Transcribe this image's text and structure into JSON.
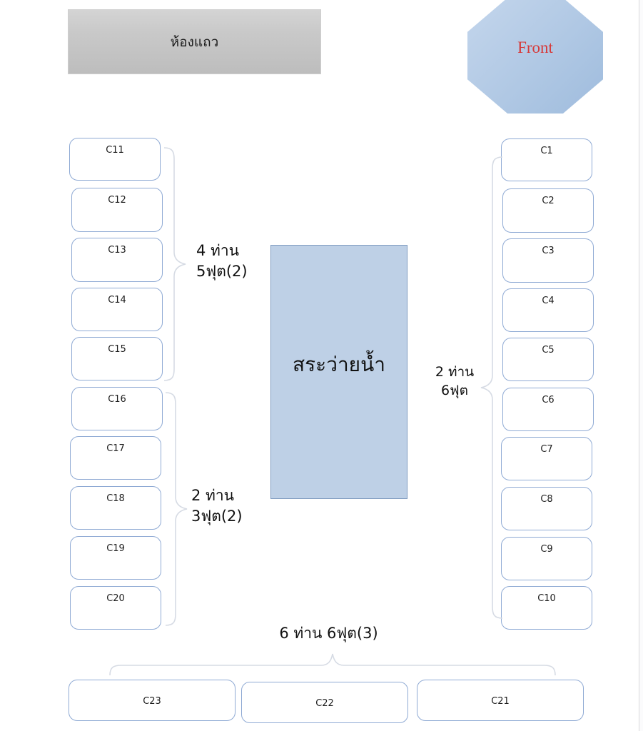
{
  "diagram": {
    "title_block": {
      "label": "ห้องแถว"
    },
    "front_marker": {
      "label": "Front",
      "color": "#d63a3a",
      "fill": "#b0c8e4"
    },
    "pool": {
      "label": "สระว่ายน้ำ",
      "fill": "#bed0e6",
      "border": "#7f9bc0"
    },
    "box_style": {
      "border": "#8faad4",
      "fill": "#ffffff"
    },
    "left_column": [
      {
        "label": "C11"
      },
      {
        "label": "C12"
      },
      {
        "label": "C13"
      },
      {
        "label": "C14"
      },
      {
        "label": "C15"
      },
      {
        "label": "C16"
      },
      {
        "label": "C17"
      },
      {
        "label": "C18"
      },
      {
        "label": "C19"
      },
      {
        "label": "C20"
      }
    ],
    "right_column": [
      {
        "label": "C1"
      },
      {
        "label": "C2"
      },
      {
        "label": "C3"
      },
      {
        "label": "C4"
      },
      {
        "label": "C5"
      },
      {
        "label": "C6"
      },
      {
        "label": "C7"
      },
      {
        "label": "C8"
      },
      {
        "label": "C9"
      },
      {
        "label": "C10"
      }
    ],
    "bottom_row": [
      {
        "label": "C23"
      },
      {
        "label": "C22"
      },
      {
        "label": "C21"
      }
    ],
    "captions": {
      "left_top": {
        "line1": "4 ท่าน",
        "line2": "5ฟุต(2)"
      },
      "left_bottom": {
        "line1": "2 ท่าน",
        "line2": "3ฟุต(2)"
      },
      "right": {
        "line1": "2 ท่าน",
        "line2": "6ฟุต"
      },
      "bottom": {
        "line1": "6 ท่าน 6ฟุต(3)"
      }
    }
  }
}
